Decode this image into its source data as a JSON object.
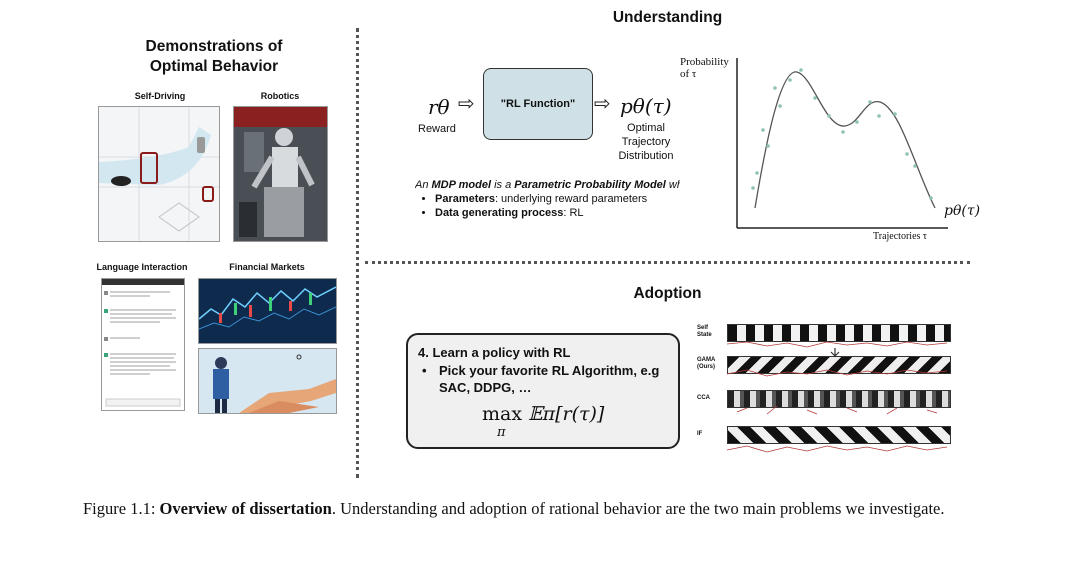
{
  "left_panel": {
    "title_line1": "Demonstrations of",
    "title_line2": "Optimal Behavior",
    "labels": {
      "self_driving": "Self-Driving",
      "robotics": "Robotics",
      "language": "Language Interaction",
      "finance": "Financial Markets"
    }
  },
  "understanding": {
    "title": "Understanding",
    "reward_symbol": "rθ",
    "reward_label": "Reward",
    "rl_function": "\"RL Function\"",
    "output_symbol": "pθ(τ)",
    "output_label_line1": "Optimal",
    "output_label_line2": "Trajectory",
    "output_label_line3": "Distribution",
    "mdp_line_prefix": "An ",
    "mdp_bold1": "MDP model",
    "mdp_mid": " is a ",
    "mdp_bold2": "Parametric Probability Model",
    "mdp_suffix": " wher",
    "bullet1_bold": "Parameters",
    "bullet1_rest": ": underlying reward parameters",
    "bullet2_bold": "Data generating process",
    "bullet2_rest": ": RL",
    "plot": {
      "ylabel_line1": "Probability",
      "ylabel_line2": "of τ",
      "xlabel": "Trajectories τ",
      "curve_label": "pθ(τ)"
    }
  },
  "adoption": {
    "title": "Adoption",
    "step": "4.  Learn a policy with RL",
    "bullet_line1": "Pick your favorite RL Algorithm, e.g",
    "bullet_line2": "SAC, DDPG, …",
    "formula_max": "max",
    "formula_sub": "π",
    "formula_body": "𝔼π[r(τ)]",
    "rows": {
      "self_state_l1": "Self",
      "self_state_l2": "State",
      "gama_l1": "GAMA",
      "gama_l2": "(Ours)",
      "cca": "CCA",
      "if": "IF"
    }
  },
  "caption": {
    "prefix": "Figure 1.1: ",
    "bold": "Overview of dissertation",
    "rest": ". Understanding and adoption of rational behavior are the two main problems we investigate."
  }
}
